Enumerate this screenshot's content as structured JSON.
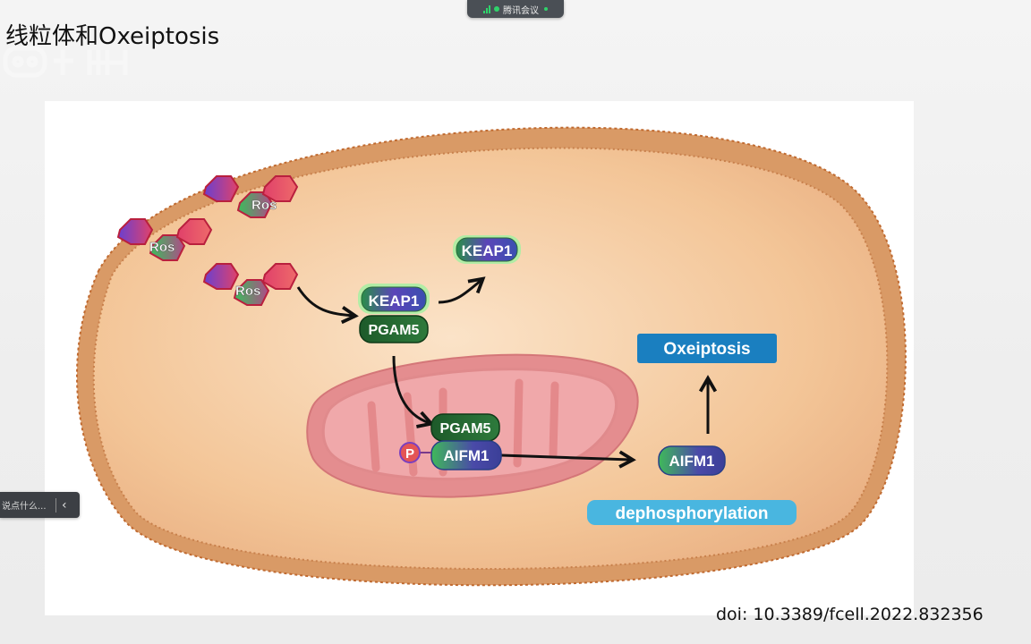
{
  "slide": {
    "title": "线粒体和Oxeiptosis",
    "doi": "doi: 10.3389/fcell.2022.832356"
  },
  "meeting": {
    "label": "腾讯会议",
    "accent": "#2fd36b"
  },
  "chat": {
    "placeholder": "说点什么...",
    "collapse_icon": "chevron-left-icon"
  },
  "diagram": {
    "ros_labels": [
      "Ros",
      "Ros",
      "Ros"
    ],
    "keap1_free": "KEAP1",
    "complex": {
      "top": "KEAP1",
      "bottom": "PGAM5"
    },
    "mito_complex": {
      "top": "PGAM5",
      "bottom": "AIFM1",
      "phospho": "P"
    },
    "aifm1_released": "AIFM1",
    "outcome": "Oxeiptosis",
    "process": "dephosphorylation",
    "colors": {
      "cell_fill": "#f4c79b",
      "cell_border": "#c97b45",
      "mito": "#e58c8f",
      "outcome_box": "#1a7fc0",
      "process_box": "#49b6e0"
    }
  }
}
